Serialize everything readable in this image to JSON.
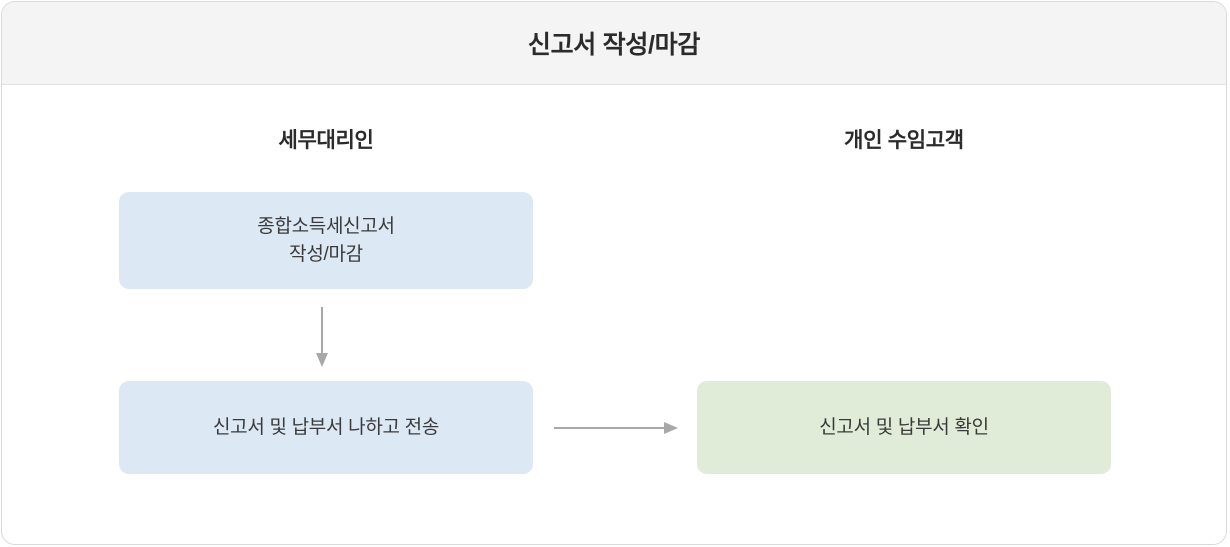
{
  "header": {
    "title": "신고서 작성/마감"
  },
  "lanes": [
    {
      "label": "세무대리인"
    },
    {
      "label": "개인 수임고객"
    }
  ],
  "nodes": [
    {
      "id": "prepare",
      "label": "종합소득세신고서\n작성/마감",
      "color": "#dde8f5",
      "lane": 0
    },
    {
      "id": "send",
      "label": "신고서 및 납부서 나하고 전송",
      "color": "#dde8f5",
      "lane": 0
    },
    {
      "id": "confirm",
      "label": "신고서 및 납부서 확인",
      "color": "#e1ecd8",
      "lane": 1
    }
  ],
  "connectors": [
    {
      "id": "down",
      "from": "prepare",
      "to": "send",
      "direction": "down",
      "color": "#a8a8a8"
    },
    {
      "id": "right",
      "from": "send",
      "to": "confirm",
      "direction": "right",
      "color": "#a8a8a8"
    }
  ]
}
